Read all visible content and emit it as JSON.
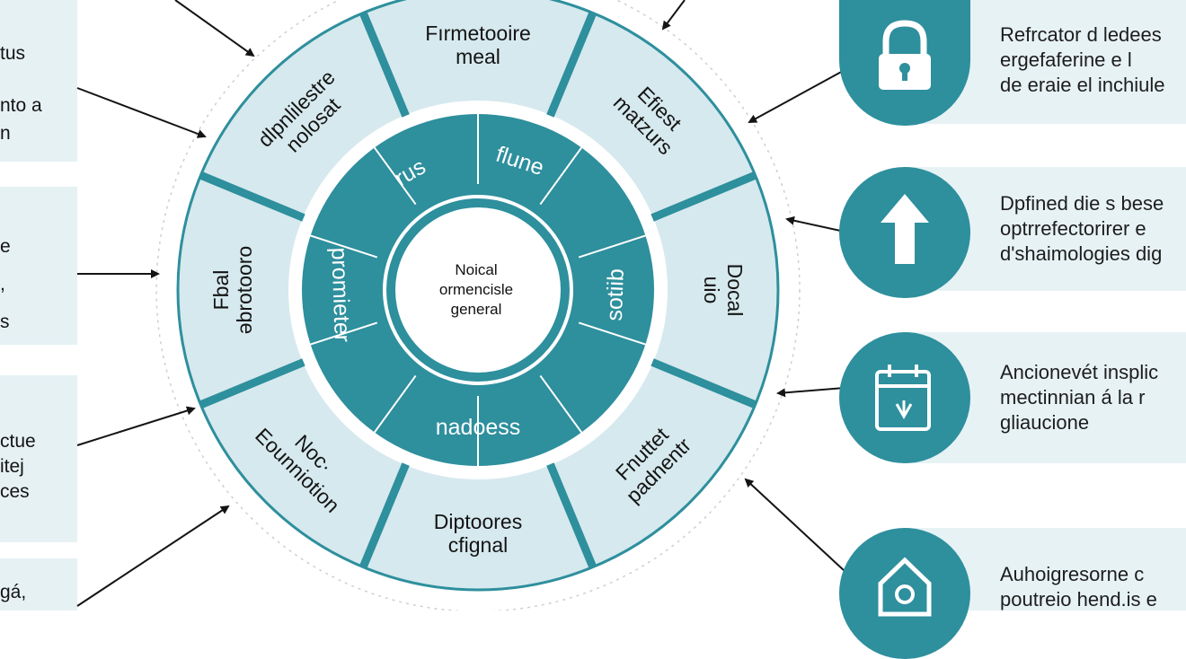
{
  "left_cards": [
    {
      "lines": [
        "tus"
      ]
    },
    {
      "lines": [
        "nto a",
        "n"
      ]
    },
    {
      "lines": [
        "e",
        ",",
        "s"
      ]
    },
    {
      "lines": [
        "ctue",
        "itej",
        "ces"
      ]
    },
    {
      "lines": [
        "gá,"
      ]
    }
  ],
  "hub": {
    "lines": [
      "Noical",
      "ormencisle",
      "general"
    ]
  },
  "outer_ring": [
    {
      "text": [
        "Fırmetooire",
        "meal"
      ]
    },
    {
      "text": [
        "Efiest",
        "matzurs"
      ]
    },
    {
      "text": [
        "Docal",
        "uio"
      ]
    },
    {
      "text": [
        "Fnuttet",
        "padnentr"
      ]
    },
    {
      "text": [
        "Diptoores",
        "cfignal"
      ]
    },
    {
      "text": [
        "Noc·",
        "Eounniotion"
      ]
    },
    {
      "text": [
        "Fbal",
        "əbrotooro"
      ]
    },
    {
      "text": [
        "dlpnlilestre",
        "nolosat"
      ]
    }
  ],
  "inner_ring": [
    {
      "text": "rus"
    },
    {
      "text": "flune"
    },
    {
      "text": "sotiib"
    },
    {
      "text": "nadoess"
    },
    {
      "text": "promieter"
    }
  ],
  "right_items": [
    {
      "icon": "padlock-icon",
      "lines": [
        "Refrcator d ledees",
        "ergefaferine e l",
        "de eraie el inchiule"
      ]
    },
    {
      "icon": "upload-arrow-icon",
      "lines": [
        "Dpfined die s bese",
        "optrrefectorirer e",
        "d'shaimologies dig"
      ]
    },
    {
      "icon": "calendar-icon",
      "lines": [
        "Ancionevét insplic",
        "mectinnian á la r",
        "gliaucione"
      ]
    },
    {
      "icon": "home-tag-icon",
      "lines": [
        "Auhoigresorne c",
        "poutreio hend.is e"
      ]
    }
  ],
  "colors": {
    "teal": "#2e8f9d",
    "teal_dark": "#24808e",
    "light": "#d6e9ee",
    "card": "#e6f1f4",
    "white": "#ffffff"
  }
}
